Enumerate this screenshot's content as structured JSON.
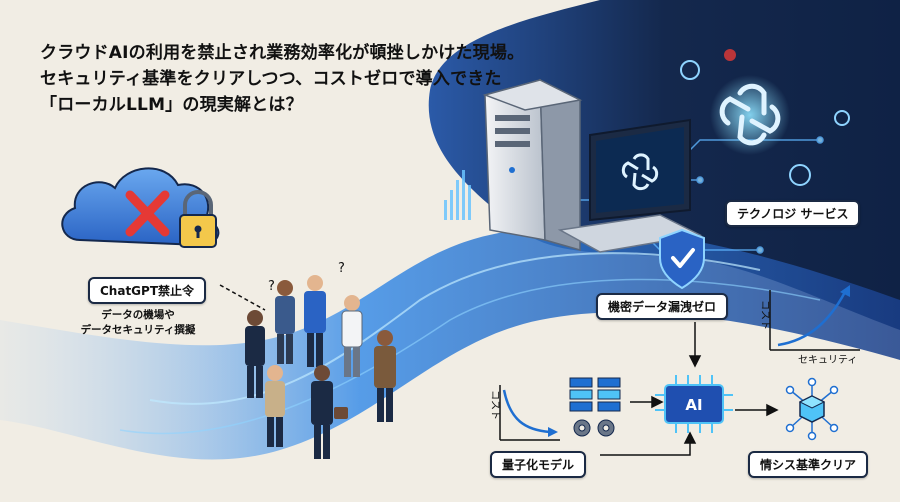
{
  "headline": {
    "line1": "クラウドAIの利用を禁止され業務効率化が頓挫しかけた現場。",
    "line2": "セキュリティ基準をクリアしつつ、コストゼロで導入できた",
    "line3": "「ローカルLLM」の現実解とは？"
  },
  "labels": {
    "chatgpt_ban": "ChatGPT禁止令",
    "concern_line1": "データの機場や",
    "concern_line2": "データセキュリティ撰擬",
    "tech_service": "テクノロジ サービス",
    "zero_leak": "機密データ漏洩ゼロ",
    "quantized_model": "量子化モデル",
    "security_clear": "情シス基準クリア",
    "ai_chip": "AI",
    "chart1_ylabel": "コスト",
    "chart1_xlabel": "セキュリティ",
    "chart2_ylabel": "コスト"
  },
  "colors": {
    "navy": "#14284d",
    "blue": "#1f6fd1",
    "cyan": "#4fc3f7",
    "cream": "#f1ede4",
    "red": "#e53935"
  },
  "icons": [
    "cloud-icon",
    "lock-icon",
    "cross-icon",
    "server-icon",
    "laptop-icon",
    "shield-check-icon",
    "openai-logo-icon",
    "ai-chip-icon",
    "cube-icon",
    "gear-icon",
    "database-icon"
  ]
}
